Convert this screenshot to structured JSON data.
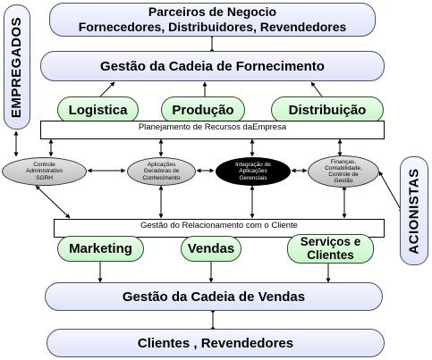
{
  "partners": {
    "line1": "Parceiros de Negocio",
    "line2": "Fornecedores, Distribuidores, Revendedores"
  },
  "supply_chain": "Gestão da Cadeia de Fornecimento",
  "supply_ops": {
    "logistics": "Logistica",
    "production": "Produção",
    "distribution": "Distribuição"
  },
  "erp": "Planejamento de Recursos daEmpresa",
  "systems": {
    "hr": {
      "line1": "Controle",
      "line2": "Administrativo",
      "line3": "SGRH"
    },
    "knowledge": {
      "line1": "Aplicações",
      "line2": "Geradoras de",
      "line3": "Conhecimento"
    },
    "integration": {
      "line1": "Integração de",
      "line2": "Aplicações",
      "line3": "Gerenciais"
    },
    "finance": {
      "line1": "Finanças,",
      "line2": "Contabilidade,",
      "line3": "Controle de",
      "line4": "Gestão"
    }
  },
  "crm": "Gestão do Relacionamento com o Cliente",
  "crm_ops": {
    "marketing": "Marketing",
    "sales": "Vendas",
    "services_line1": "Serviços e",
    "services_line2": "Clientes"
  },
  "sales_chain": "Gestão da Cadeia de Vendas",
  "customers": "Clientes , Revendedores",
  "employees": "EMPREGADOS",
  "shareholders": "ACIONISTAS"
}
